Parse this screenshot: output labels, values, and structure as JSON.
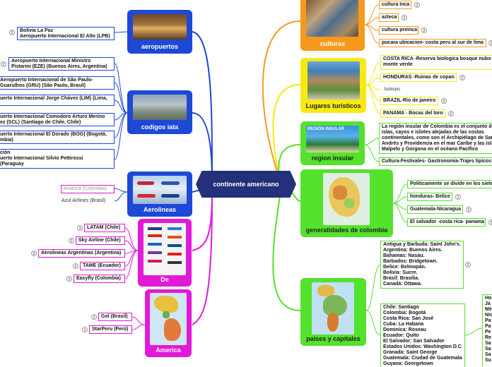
{
  "center": "continente americano",
  "colors": {
    "blue": "#1e48d6",
    "magenta": "#e219d6",
    "orange": "#f59a1c",
    "yellow": "#f6ea12",
    "green": "#54e22c",
    "center": "#23307a"
  },
  "left": {
    "aeropuertos": {
      "label": "aeropuertos",
      "leaves": [
        {
          "text": "Bolivia La Paz\nAeropuerto Internacional El Alto (LPB)",
          "badge": "2"
        }
      ]
    },
    "codigos": {
      "label": "codigos iata",
      "leaves": [
        {
          "text": "Aeropuerto Internacional Ministro\nPistarini (EZE) (Buenos Aires, Argentina)",
          "badge": "2"
        },
        {
          "text": "Aeropuerto Internacional de São Paulo-\nGuarulhos (GRU) (São Paulo, Brasil)",
          "badge": ""
        },
        {
          "text": "uerto Internacional Jorge Chávez (LIM) (Lima,",
          "badge": ""
        },
        {
          "text": "uerto Internacional Comodoro Arturo Merino\nez (SCL) (Santiago de Chile, Chile)",
          "badge": ""
        },
        {
          "text": "uerto Internacional El Dorado (BOG) (Bogotá,\nmbia)",
          "badge": ""
        },
        {
          "text": "ción\nuerto Internacional Silvio Pettirossi\n(Paraguay",
          "badge": ""
        }
      ]
    },
    "aerolineas": {
      "label": "Aerolineas",
      "leaves": [
        {
          "text": "Avianca (Colombia)"
        },
        {
          "text": "Azul Airlines (Brasil)"
        }
      ]
    },
    "de": {
      "label": "De",
      "leaves": [
        {
          "text": "LATAM (Chile)",
          "badge": "3"
        },
        {
          "text": "Sky Airline (Chile)",
          "badge": "2"
        },
        {
          "text": "Aerolineas Argentinas (Argentina)",
          "badge": "3"
        },
        {
          "text": "TAME (Ecuador)",
          "badge": "2"
        },
        {
          "text": "Easyfly (Colombia)",
          "badge": "2"
        }
      ]
    },
    "america": {
      "label": "America",
      "leaves": [
        {
          "text": "Gol (Brasil)",
          "badge": "2"
        },
        {
          "text": "StarPeru (Perú)",
          "badge": "2"
        }
      ]
    }
  },
  "right": {
    "culturas": {
      "label": "culturas",
      "leaves": [
        {
          "text": "cultura Inca",
          "badge": "2"
        },
        {
          "text": "azteca",
          "badge": "2"
        },
        {
          "text": "cultura preinca",
          "badge": "2"
        },
        {
          "text": "pucara  ubicacion- costa peru al sur de lima",
          "badge": "2"
        }
      ]
    },
    "lugares": {
      "label": "Lugares turisticos",
      "leaves": [
        {
          "text": "COSTA RICA -Reserva biologica bosque nubo\nmonte verde",
          "badge": ""
        },
        {
          "text": "HONDURAS -Ruinas de copan",
          "badge": "2"
        },
        {
          "text": "Subtopic",
          "badge": ""
        },
        {
          "text": "BRAZIL-Rio de janeiro",
          "badge": "2"
        },
        {
          "text": "PANAMA - Bocas del toro",
          "badge": "2"
        }
      ]
    },
    "region": {
      "label": "region insular",
      "photo_caption": "REGIÓN INSULAR",
      "leaves": [
        {
          "text": "La región insular de Colombia es el conjunto de\nislas, cayos e islotes alejadas de las costas\ncontinentales, como son el Archipiélago de San\nAndrés y Providencia en el mar Caribe y las islas\nMalpelo y Gorgona en el océano Pacífico"
        },
        {
          "text": "Cultura-Festivales- Gastronomia-Trajes tipicos"
        }
      ]
    },
    "generalidades": {
      "label": "generalidades de colombia",
      "leaves": [
        {
          "text": "Politicamente se divide en los siete",
          "badge": ""
        },
        {
          "text": "honduras- Belice",
          "badge": "2"
        },
        {
          "text": "Guatemala-Nicaragua",
          "badge": "2"
        },
        {
          "text": "El salvador -costa rica- panama",
          "badge": "2"
        }
      ]
    },
    "paises": {
      "label": "paises y capitales",
      "leaf1": {
        "text": "Antigua y Barbuda: Saint John's.\nArgentina: Buenos Aires.\nBahamas: Nasáu.\nBarbados: Bridgetown.\nBelice: Belmopán.\nBolivia: Sucre.\nBrasil: Brasilia.\nCanadá: Ottawa.",
        "badge": "2"
      },
      "leaf2": {
        "text": "Chile: Santiago\nColombia: Bogotá\nCosta Rica: San José\nCuba: La Habana\nDominica: Roseau\nEcuador: Quito\nEl Salvador: San Salvador\nEstados Unidos: Washington D.C\nGranada: Saint George\nGuatemala: Ciudad de Guatemala\nGuyana: Georgetown"
      },
      "leaf3": {
        "text": "Ho\nJa\nMé\nNic\nPa\nPa\nPe\nRe\nSa\nSa\nSa\nSu"
      }
    }
  }
}
